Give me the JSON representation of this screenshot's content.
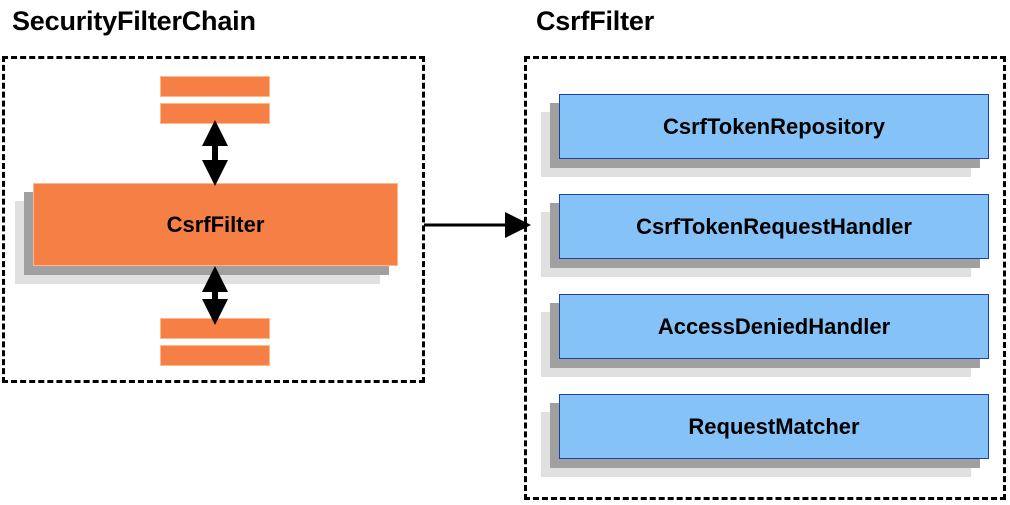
{
  "diagram": {
    "type": "component-diagram",
    "background": "#ffffff",
    "panels": [
      {
        "id": "security-filter-chain",
        "title": "SecurityFilterChain",
        "border_style": "dashed",
        "border_color": "#000000",
        "components": [
          {
            "kind": "bar",
            "label": "",
            "name": "filter-bar-top-1"
          },
          {
            "kind": "bar",
            "label": "",
            "name": "filter-bar-top-2"
          },
          {
            "kind": "block",
            "label": "CsrfFilter",
            "name": "csrf-filter-block",
            "fill": "#f57f44",
            "border": "#fcb98a"
          },
          {
            "kind": "bar",
            "label": "",
            "name": "filter-bar-bottom-1"
          },
          {
            "kind": "bar",
            "label": "",
            "name": "filter-bar-bottom-2"
          }
        ]
      },
      {
        "id": "csrf-filter",
        "title": "CsrfFilter",
        "border_style": "dashed",
        "border_color": "#000000",
        "components": [
          {
            "kind": "block",
            "label": "CsrfTokenRepository",
            "name": "csrf-token-repository-block",
            "fill": "#85c2f7",
            "border": "#21409a"
          },
          {
            "kind": "block",
            "label": "CsrfTokenRequestHandler",
            "name": "csrf-token-request-handler-block",
            "fill": "#85c2f7",
            "border": "#21409a"
          },
          {
            "kind": "block",
            "label": "AccessDeniedHandler",
            "name": "access-denied-handler-block",
            "fill": "#85c2f7",
            "border": "#21409a"
          },
          {
            "kind": "block",
            "label": "RequestMatcher",
            "name": "request-matcher-block",
            "fill": "#85c2f7",
            "border": "#21409a"
          }
        ]
      }
    ],
    "connectors": [
      {
        "name": "arrow-chain-up",
        "style": "double-headed-vertical",
        "color": "#000000"
      },
      {
        "name": "arrow-chain-down",
        "style": "double-headed-vertical",
        "color": "#000000"
      },
      {
        "name": "arrow-panel-bridge",
        "style": "single-headed-horizontal",
        "color": "#000000",
        "from": "CsrfFilter",
        "to": "CsrfFilter"
      }
    ],
    "colors": {
      "orange_fill": "#f57f44",
      "orange_border": "#fcb98a",
      "blue_fill": "#85c2f7",
      "blue_border": "#21409a",
      "shadow_near": "#a0a0a0",
      "shadow_far": "#e0e0e0",
      "stroke": "#000000"
    }
  }
}
